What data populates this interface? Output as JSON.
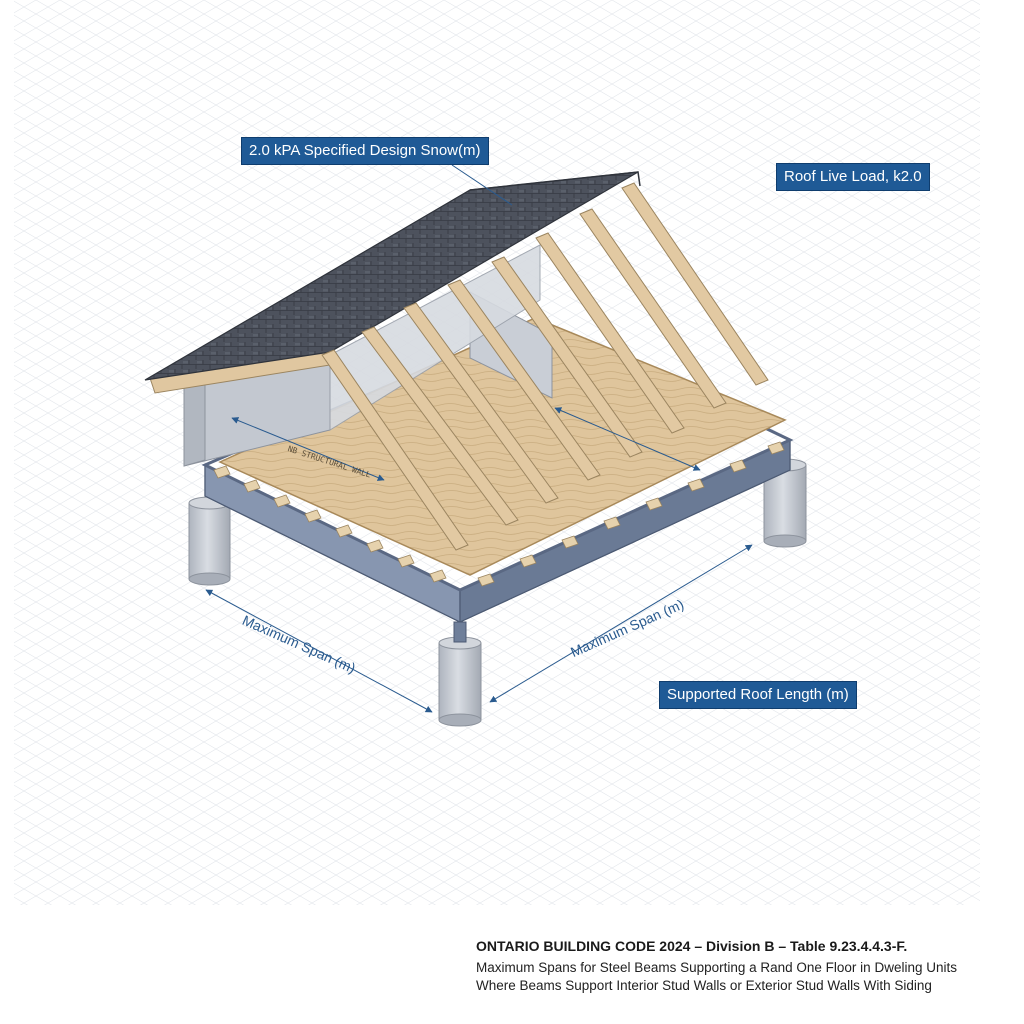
{
  "callouts": {
    "snow_load": "2.0 kPA Specified Design Snow(m)",
    "roof_live_load": "Roof Live Load, k2.0",
    "supported_roof_length": "Supported Roof Length (m)"
  },
  "dimensions": {
    "span_left": "Maximum Span (m)",
    "span_right": "Maximum Span (m)"
  },
  "plate_label": "NB STRUCTURAL WALL",
  "caption": {
    "title": "ONTARIO BUILDING CODE 2024 – Division B – Table 9.23.4.4.3-F.",
    "line1": "Maximum Spans for Steel Beams Supporting a Rand One Floor in Dweling Units",
    "line2": "Where Beams Support Interior Stud Walls or Exterior Stud Walls With Siding"
  },
  "colors": {
    "callout_bg": "#1f5a96",
    "steel": "#6f7f9a",
    "lumber": "#dcc39a",
    "shingle": "#4a4f5a",
    "column": "#c9ced6"
  }
}
